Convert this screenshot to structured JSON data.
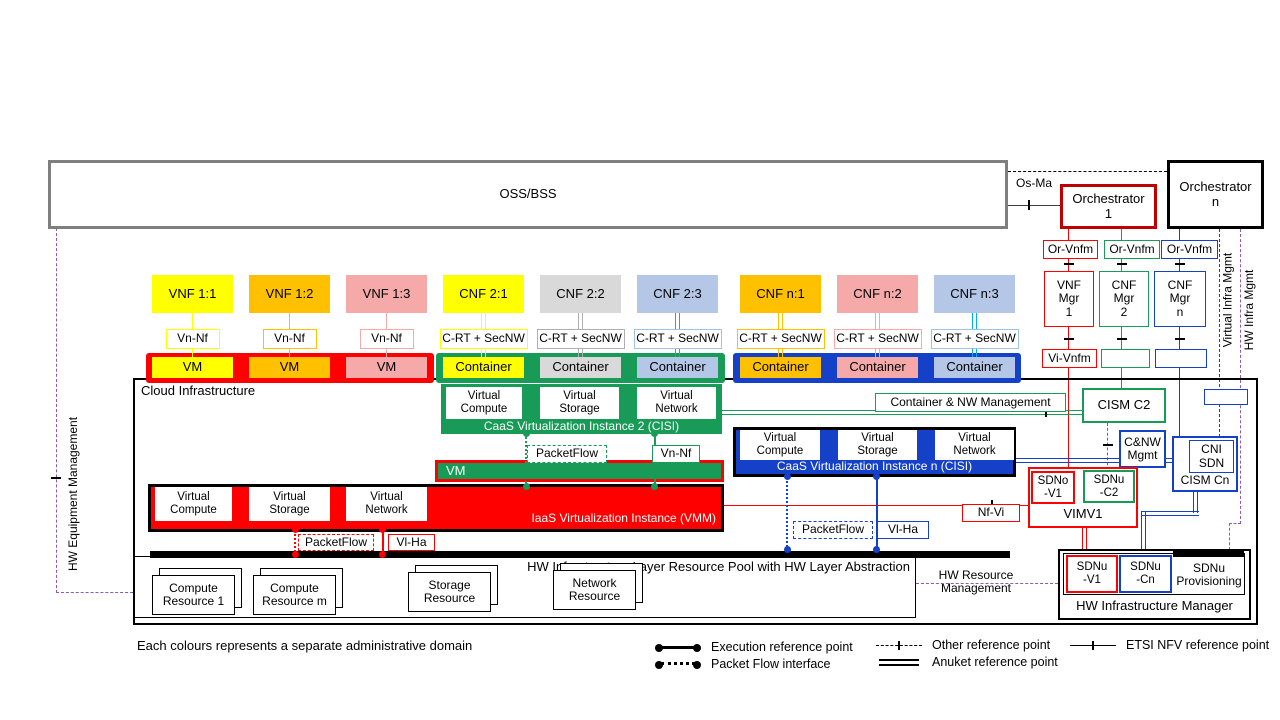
{
  "colors": {
    "yellow": "#FFFF00",
    "orange": "#FFC000",
    "pink": "#F5A9A9",
    "lightblue": "#B4C7E7",
    "gray": "#D9D9D9",
    "grayline": "#AFAFAF",
    "lb_border": "#9DC3E6",
    "cyan": "#00B0F0",
    "red": "#FF0000",
    "darkred": "#C00000",
    "green": "#179B57",
    "blue": "#1540C8",
    "purple": "#9257B4",
    "ossgray": "#7F7F7F"
  },
  "titles": {
    "oss_bss": "OSS/BSS",
    "cloud_infrastructure": "Cloud  Infrastructure",
    "footnote": "Each colours represents a separate administrative domain"
  },
  "top_right": {
    "os_ma": "Os-Ma",
    "orchestrator_1": [
      "Orchestrator",
      "1"
    ],
    "orchestrator_n": [
      "Orchestrator",
      "n"
    ],
    "or_vnfm_1": "Or-Vnfm",
    "or_vnfm_2": "Or-Vnfm",
    "or_vnfm_n": "Or-Vnfm",
    "vnf_mgr_1": [
      "VNF",
      "Mgr",
      "1"
    ],
    "cnf_mgr_2": [
      "CNF",
      "Mgr",
      "2"
    ],
    "cnf_mgr_n": [
      "CNF",
      "Mgr",
      "n"
    ],
    "vi_vnfm": "Vi-Vnfm",
    "virtual_infra_mgmt": "Virtual Infra Mgmt",
    "hw_infra_mgmt": "HW Infra Mgmt"
  },
  "left_side": {
    "hw_equipment_mgmt": "HW Equipment Management"
  },
  "nf_columns": [
    {
      "label": "VNF 1:1",
      "fill": "yellow",
      "border": "yellow",
      "line": "yellow",
      "style": "single",
      "iface": "Vn-Nf",
      "runtime": "VM"
    },
    {
      "label": "VNF 1:2",
      "fill": "orange",
      "border": "orange",
      "line": "orange",
      "style": "single",
      "iface": "Vn-Nf",
      "runtime": "VM"
    },
    {
      "label": "VNF 1:3",
      "fill": "pink",
      "border": "pink",
      "line": "pink",
      "style": "single",
      "iface": "Vn-Nf",
      "runtime": "VM"
    },
    {
      "label": "CNF 2:1",
      "fill": "yellow",
      "border": "yellow",
      "line": "yellow",
      "style": "double",
      "iface": "C-RT + SecNW",
      "runtime": "Container"
    },
    {
      "label": "CNF 2:2",
      "fill": "gray",
      "border": "grayline",
      "line": "grayline",
      "style": "double",
      "iface": "C-RT + SecNW",
      "runtime": "Container"
    },
    {
      "label": "CNF 2:3",
      "fill": "lightblue",
      "border": "lb_border",
      "line": "cyan",
      "style": "double",
      "iface": "C-RT + SecNW",
      "runtime": "Container"
    },
    {
      "label": "CNF n:1",
      "fill": "orange",
      "border": "orange",
      "line": "orange",
      "style": "double",
      "iface": "C-RT + SecNW",
      "runtime": "Container"
    },
    {
      "label": "CNF n:2",
      "fill": "pink",
      "border": "pink",
      "line": "pink",
      "style": "double",
      "iface": "C-RT + SecNW",
      "runtime": "Container"
    },
    {
      "label": "CNF n:3",
      "fill": "lightblue",
      "border": "lb_border",
      "line": "cyan",
      "style": "double",
      "iface": "C-RT + SecNW",
      "runtime": "Container"
    }
  ],
  "caas2": {
    "cells": [
      [
        "Virtual",
        "Compute"
      ],
      [
        "Virtual",
        "Storage"
      ],
      [
        "Virtual",
        "Network"
      ]
    ],
    "title": "CaaS Virtualization Instance 2 (CISI)",
    "packetflow": "PacketFlow",
    "vn_nf": "Vn-Nf"
  },
  "vm_bar_label": "VM",
  "iaas": {
    "cells": [
      [
        "Virtual",
        "Compute"
      ],
      [
        "Virtual",
        "Storage"
      ],
      [
        "Virtual",
        "Network"
      ]
    ],
    "title": "IaaS Virtualization Instance (VMM)",
    "packetflow": "PacketFlow",
    "vl_ha": "Vl-Ha"
  },
  "caas_n": {
    "cells": [
      [
        "Virtual",
        "Compute"
      ],
      [
        "Virtual",
        "Storage"
      ],
      [
        "Virtual",
        "Network"
      ]
    ],
    "title": "CaaS Virtualization Instance n (CISI)",
    "packetflow": "PacketFlow",
    "vl_ha": "Vl-Ha"
  },
  "mgmt": {
    "container_nw": "Container & NW  Management",
    "cism_c2": "CISM C2",
    "cnw_mgmt": [
      "C&NW",
      "Mgmt"
    ],
    "cni_sdn": [
      "CNI",
      "SDN"
    ],
    "cism_cn": "CISM Cn",
    "sdno_v1": [
      "SDNo",
      "-V1"
    ],
    "sdnu_c2": [
      "SDNu",
      "-C2"
    ],
    "vimv1": "VIMV1",
    "nf_vi": "Nf-Vi"
  },
  "hw": {
    "bar_label": "HW Infrastructure Layer Resource Pool with HW Layer Abstraction",
    "resources": [
      "Compute Resource 1",
      "Compute Resource m",
      "Storage Resource",
      "Network Resource"
    ],
    "resource_mgmt": [
      "HW Resource",
      "Management"
    ],
    "manager": "HW Infrastructure Manager",
    "sdnu_v1": [
      "SDNu",
      "-V1"
    ],
    "sdnu_cn": [
      "SDNu",
      "-Cn"
    ],
    "sdnu_provisioning": [
      "SDNu",
      "Provisioning"
    ]
  },
  "legend": {
    "items": [
      {
        "symbol": "execution",
        "label": "Execution reference point"
      },
      {
        "symbol": "packetflow",
        "label": "Packet Flow interface"
      },
      {
        "symbol": "other",
        "label": "Other reference point"
      },
      {
        "symbol": "anuket",
        "label": "Anuket reference point"
      },
      {
        "symbol": "etsi",
        "label": "ETSI NFV reference point"
      }
    ]
  }
}
